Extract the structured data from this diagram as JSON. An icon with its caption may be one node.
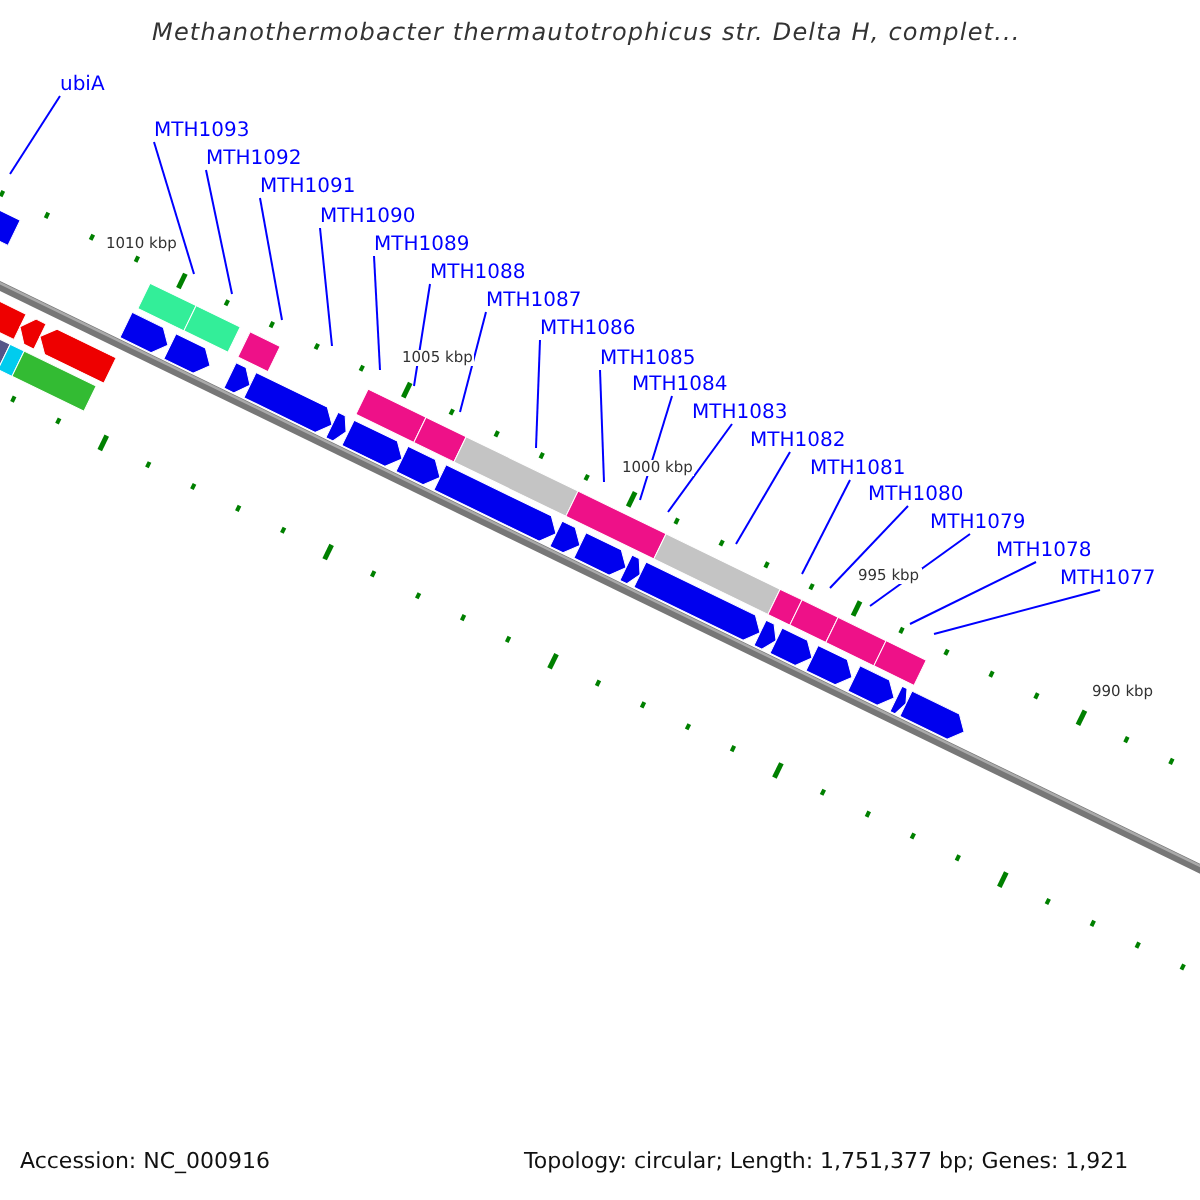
{
  "diagram": {
    "title": "Methanothermobacter thermautotrophicus str. Delta H, complet...",
    "nodes": [
      {
        "text": [
          "ubiA"
        ]
      },
      {
        "text": [
          "MTH1093"
        ]
      },
      {
        "text": [
          "MTH1092"
        ]
      },
      {
        "text": [
          "MTH1091"
        ]
      },
      {
        "text": [
          "MTH1090"
        ]
      },
      {
        "text": [
          "MTH1089"
        ]
      },
      {
        "text": [
          "MTH1088"
        ]
      },
      {
        "text": [
          "MTH1087"
        ]
      },
      {
        "text": [
          "MTH1086"
        ]
      },
      {
        "text": [
          "MTH1085"
        ]
      },
      {
        "text": [
          "MTH1084"
        ]
      },
      {
        "text": [
          "MTH1083"
        ]
      },
      {
        "text": [
          "MTH1082"
        ]
      },
      {
        "text": [
          "MTH1081"
        ]
      },
      {
        "text": [
          "MTH1080"
        ]
      },
      {
        "text": [
          "MTH1079"
        ]
      },
      {
        "text": [
          "MTH1078"
        ]
      },
      {
        "text": [
          "MTH1077"
        ]
      }
    ],
    "edges": [
      {
        "from": 0,
        "to": null,
        "arrow": "none"
      },
      {
        "from": 1,
        "to": null,
        "arrow": "none"
      },
      {
        "from": 2,
        "to": null,
        "arrow": "none"
      },
      {
        "from": 3,
        "to": null,
        "arrow": "none"
      },
      {
        "from": 4,
        "to": null,
        "arrow": "none"
      },
      {
        "from": 5,
        "to": null,
        "arrow": "none"
      },
      {
        "from": 6,
        "to": null,
        "arrow": "none"
      },
      {
        "from": 7,
        "to": null,
        "arrow": "none"
      },
      {
        "from": 8,
        "to": null,
        "arrow": "none"
      },
      {
        "from": 9,
        "to": null,
        "arrow": "none"
      },
      {
        "from": 10,
        "to": null,
        "arrow": "none"
      },
      {
        "from": 11,
        "to": null,
        "arrow": "none"
      },
      {
        "from": 12,
        "to": null,
        "arrow": "none"
      },
      {
        "from": 13,
        "to": null,
        "arrow": "none"
      },
      {
        "from": 14,
        "to": null,
        "arrow": "none"
      },
      {
        "from": 15,
        "to": null,
        "arrow": "none"
      },
      {
        "from": 16,
        "to": null,
        "arrow": "none"
      },
      {
        "from": 17,
        "to": null,
        "arrow": "none"
      }
    ],
    "labels": [
      "1010 kbp",
      "1005 kbp",
      "1000 kbp",
      "995 kbp",
      "990 kbp",
      "Accession: NC_000916",
      "Topology: circular; Length: 1,751,377 bp; Genes: 1,921"
    ]
  }
}
